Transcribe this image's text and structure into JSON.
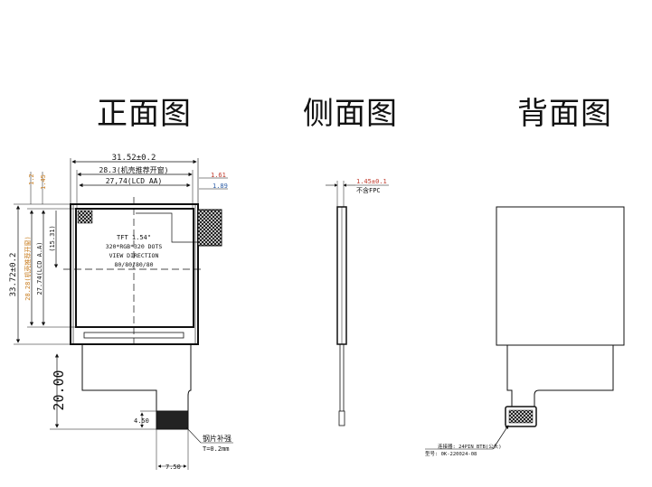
{
  "titles": {
    "front": "正面图",
    "side": "侧面图",
    "back": "背面图"
  },
  "front": {
    "dim_width_total": "31.52±0.2",
    "dim_window_width": "28.3(机壳推荐开窗)",
    "dim_aa_width": "27,74(LCD AA)",
    "dim_right_1": "1.61",
    "dim_right_2": "1.89",
    "dim_top_1": "1.2",
    "dim_top_2": "1.45",
    "dim_height_total": "33.72±0.2",
    "dim_window_height": "28.28(机壳推荐开窗)",
    "dim_aa_height": "27.74(LCD A.A)",
    "dim_center": "(15.31)",
    "dim_fpc_length": "20.00",
    "dim_stiffener_height": "4.50",
    "dim_stiffener_width": "7.50",
    "stiffener_label": "钢片补强",
    "stiffener_thickness": "T=0.2mm",
    "lcd_text": [
      "TFT 1.54\"",
      "320*RGB*320 DOTS",
      "VIEW DIRECTION",
      "80/80/80/80"
    ]
  },
  "side": {
    "thickness": "1.45±0.1",
    "thickness_note": "不含FPC"
  },
  "back": {
    "connector_label": "连接器: 24PIN BTB(公头)",
    "connector_model": "型号: 0K-220024-08"
  },
  "colors": {
    "red": "#c0392b",
    "blue": "#2e5fa8",
    "orange": "#c77a1a"
  }
}
